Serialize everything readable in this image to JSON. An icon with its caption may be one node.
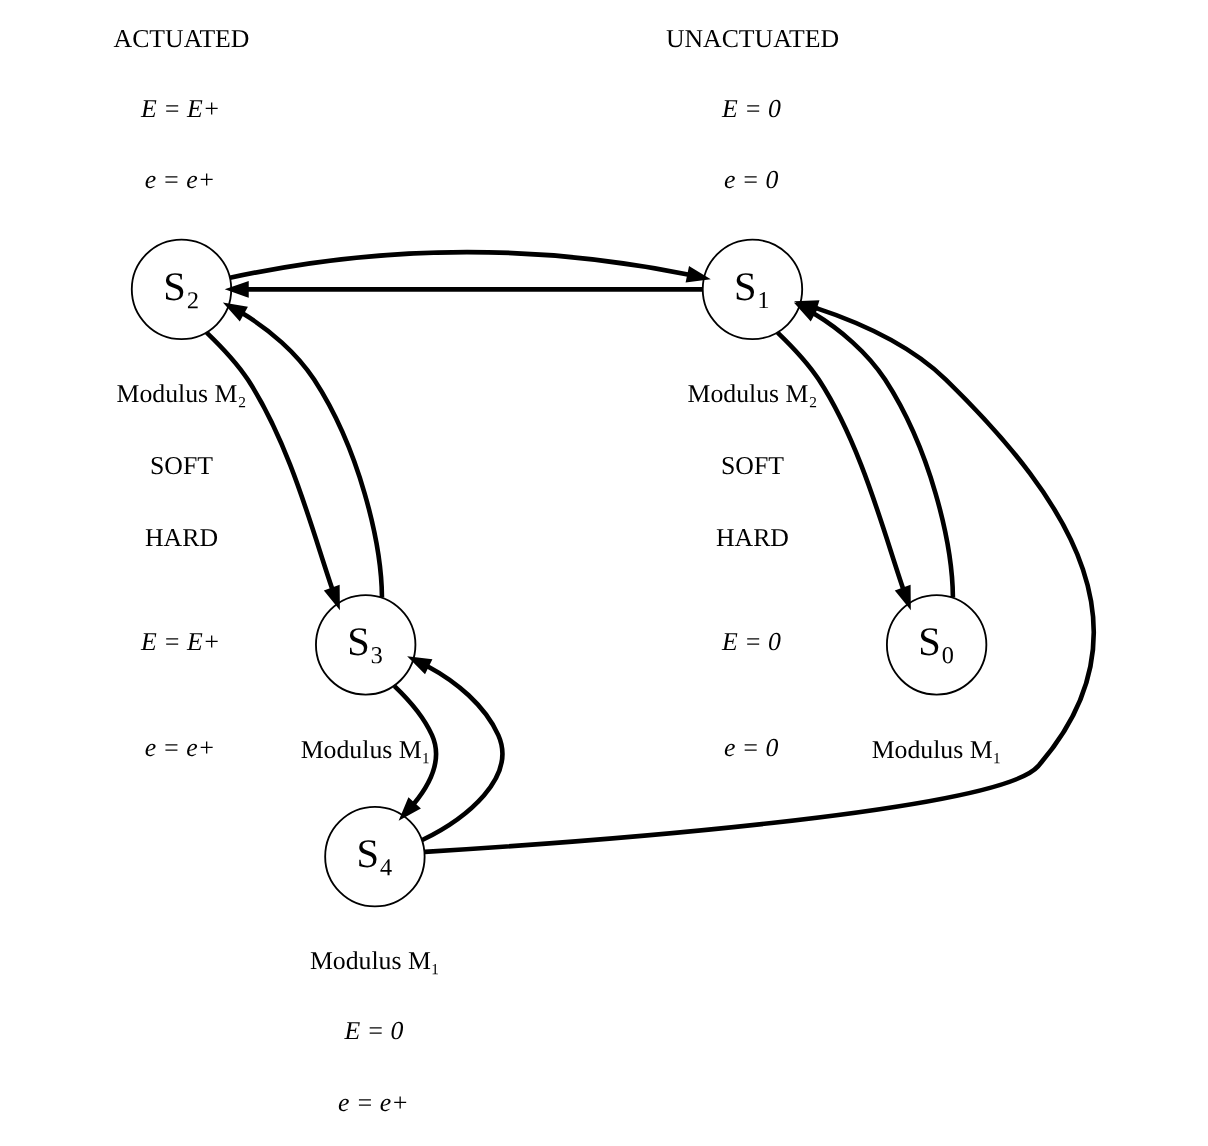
{
  "diagram": {
    "nodes": [
      {
        "text": [
          "S₁"
        ],
        "beside": [
          "Modulus M₂"
        ]
      },
      {
        "text": [
          "S₂"
        ],
        "beside": [
          "Modulus M₂"
        ]
      },
      {
        "text": [
          "S₀"
        ],
        "beside": [
          "Modulus M₁"
        ]
      },
      {
        "text": [
          "S₃"
        ],
        "beside": [
          "Modulus M₁"
        ]
      },
      {
        "text": [
          "S₄"
        ],
        "beside": [
          "Modulus M₁"
        ]
      }
    ],
    "edges": [
      {
        "from": 0,
        "to": 1,
        "arrow": "to"
      },
      {
        "from": 1,
        "to": 0,
        "arrow": "to"
      },
      {
        "from": 0,
        "to": 2,
        "arrow": "to"
      },
      {
        "from": 2,
        "to": 0,
        "arrow": "to"
      },
      {
        "from": 1,
        "to": 3,
        "arrow": "to"
      },
      {
        "from": 3,
        "to": 1,
        "arrow": "to"
      },
      {
        "from": 3,
        "to": 4,
        "arrow": "to"
      },
      {
        "from": 4,
        "to": 3,
        "arrow": "to"
      },
      {
        "from": 4,
        "to": 0,
        "arrow": "to"
      }
    ],
    "labels": [
      "UNACTUATED",
      "ACTUATED",
      "E = 0",
      "e = 0",
      "E = E+",
      "e = e+",
      "SOFT",
      "HARD",
      "SOFT",
      "HARD",
      "E = 0",
      "e = 0",
      "E = E+",
      "e = e+",
      "E = 0",
      "e = e+"
    ]
  }
}
